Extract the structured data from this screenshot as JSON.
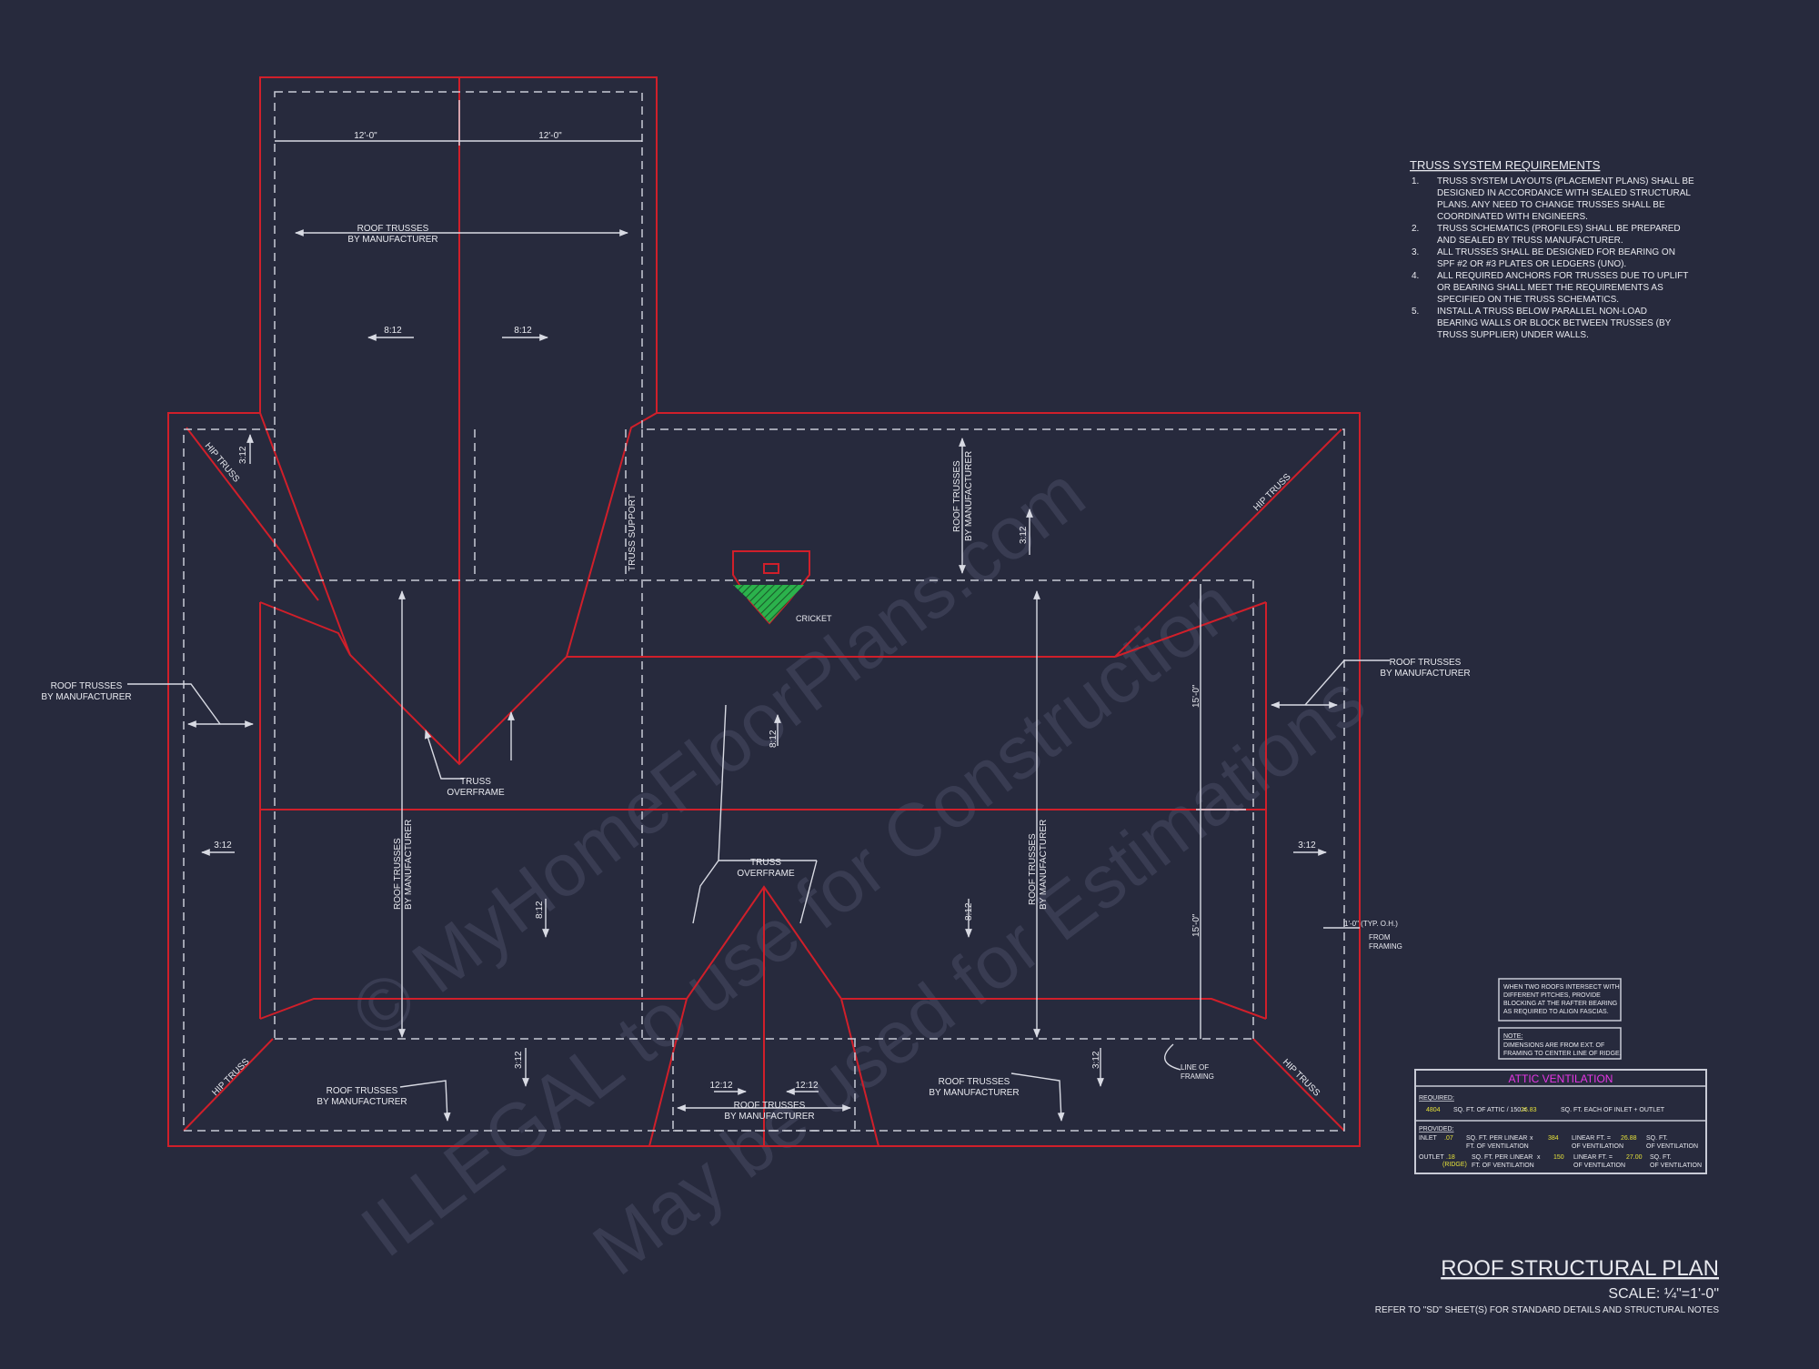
{
  "watermark": {
    "line1": "© MyHomeFloorPlans.com",
    "line2": "ILLEGAL to use for Construction",
    "line3": "May be used for Estimations"
  },
  "colors": {
    "background": "#272a3d",
    "roof_line": "#d01f2a",
    "dim_line": "#c9cbd6",
    "text": "#e8e9ef",
    "vent_title": "#e536e5",
    "vent_value": "#e6e23a",
    "cricket": "#2bb24c"
  },
  "labels": {
    "dim_12_left": "12'-0\"",
    "dim_12_right": "12'-0\"",
    "roof_trusses_top_1": "ROOF TRUSSES",
    "roof_trusses_top_2": "BY MANUFACTURER",
    "pitch_8_left": "8:12",
    "pitch_8_right": "8:12",
    "hip_truss_tl": "HIP TRUSS",
    "hip_truss_tr": "HIP TRUSS",
    "hip_truss_bl": "HIP TRUSS",
    "hip_truss_br": "HIP TRUSS",
    "pitch_3_tl": "3:12",
    "truss_support": "TRUSS SUPPORT",
    "roof_trusses_center_v1": "ROOF TRUSSES",
    "roof_trusses_center_v2": "BY MANUFACTURER",
    "pitch_3_center": "3:12",
    "cricket": "CRICKET",
    "left_rt_1": "ROOF TRUSSES",
    "left_rt_2": "BY MANUFACTURER",
    "right_rt_1": "ROOF TRUSSES",
    "right_rt_2": "BY MANUFACTURER",
    "dim_15_upper": "15'-0\"",
    "dim_15_lower": "15'-0\"",
    "pitch_8_center": "8:12",
    "truss_overframe_l1": "TRUSS",
    "truss_overframe_l2": "OVERFRAME",
    "truss_overframe_c1": "TRUSS",
    "truss_overframe_c2": "OVERFRAME",
    "pitch_3_left": "3:12",
    "pitch_3_right": "3:12",
    "rt_left_v1": "ROOF TRUSSES",
    "rt_left_v2": "BY MANUFACTURER",
    "rt_right_v1": "ROOF TRUSSES",
    "rt_right_v2": "BY MANUFACTURER",
    "pitch_8_bl": "8:12",
    "pitch_8_br": "8:12",
    "typ_oh_1": "1'-0\" (TYP. O.H.)",
    "typ_oh_2": "FROM",
    "typ_oh_3": "FRAMING",
    "pitch_3_bl": "3:12",
    "pitch_3_br": "3:12",
    "bottom_rt_left_1": "ROOF TRUSSES",
    "bottom_rt_left_2": "BY MANUFACTURER",
    "bottom_rt_right_1": "ROOF TRUSSES",
    "bottom_rt_right_2": "BY MANUFACTURER",
    "pitch_12_left": "12:12",
    "pitch_12_right": "12:12",
    "bottom_rt_center_1": "ROOF TRUSSES",
    "bottom_rt_center_2": "BY MANUFACTURER",
    "line_of_framing_1": "LINE OF",
    "line_of_framing_2": "FRAMING"
  },
  "requirements": {
    "title": "TRUSS SYSTEM REQUIREMENTS",
    "items": [
      {
        "num": "1.",
        "lines": [
          "TRUSS SYSTEM LAYOUTS (PLACEMENT PLANS) SHALL BE",
          "DESIGNED IN ACCORDANCE WITH SEALED STRUCTURAL",
          "PLANS. ANY NEED TO CHANGE TRUSSES SHALL BE",
          "COORDINATED WITH ENGINEERS."
        ]
      },
      {
        "num": "2.",
        "lines": [
          "TRUSS SCHEMATICS (PROFILES) SHALL BE PREPARED",
          "AND SEALED BY TRUSS MANUFACTURER."
        ]
      },
      {
        "num": "3.",
        "lines": [
          "ALL TRUSSES SHALL BE DESIGNED FOR BEARING ON",
          "SPF #2 OR #3 PLATES OR LEDGERS (UNO)."
        ]
      },
      {
        "num": "4.",
        "lines": [
          "ALL REQUIRED ANCHORS FOR TRUSSES DUE TO UPLIFT",
          "OR BEARING SHALL MEET THE REQUIREMENTS AS",
          "SPECIFIED ON THE TRUSS SCHEMATICS."
        ]
      },
      {
        "num": "5.",
        "lines": [
          "INSTALL A TRUSS BELOW PARALLEL NON-LOAD",
          "BEARING WALLS OR BLOCK BETWEEN TRUSSES (BY",
          "TRUSS SUPPLIER) UNDER WALLS."
        ]
      }
    ]
  },
  "notes": {
    "note1": [
      "WHEN TWO ROOFS INTERSECT WITH",
      "DIFFERENT PITCHES, PROVIDE",
      "BLOCKING AT THE RAFTER BEARING",
      "AS REQUIRED TO ALIGN FASCIAS."
    ],
    "note2_title": "NOTE:",
    "note2": [
      "DIMENSIONS ARE FROM EXT. OF",
      "FRAMING TO CENTER LINE OF RIDGE."
    ]
  },
  "attic": {
    "title": "ATTIC VENTILATION",
    "required_label": "REQUIRED:",
    "req_area": "4804",
    "req_text1": "SQ. FT. OF ATTIC / 150 =",
    "req_result": "26.83",
    "req_text2": "SQ. FT. EACH OF INLET + OUTLET",
    "provided_label": "PROVIDED:",
    "inlet_label": "INLET",
    "inlet_val": ".07",
    "inlet_t1": "SQ. FT. PER LINEAR",
    "inlet_t2": "FT. OF VENTILATION",
    "inlet_x": "x",
    "inlet_len": "384",
    "inlet_t3": "LINEAR FT. =",
    "inlet_t4": "OF VENTILATION",
    "inlet_res": "26.88",
    "inlet_t5": "SQ. FT.",
    "inlet_t6": "OF VENTILATION",
    "outlet_label": "OUTLET",
    "outlet_sub": "(RIDGE)",
    "outlet_val": ".18",
    "outlet_t1": "SQ. FT. PER LINEAR",
    "outlet_t2": "FT. OF VENTILATION",
    "outlet_x": "x",
    "outlet_len": "150",
    "outlet_t3": "LINEAR FT. =",
    "outlet_t4": "OF VENTILATION",
    "outlet_res": "27.00",
    "outlet_t5": "SQ. FT.",
    "outlet_t6": "OF VENTILATION"
  },
  "title_block": {
    "title": "ROOF STRUCTURAL PLAN",
    "scale": "SCALE: ¼\"=1'-0\"",
    "refer": "REFER TO \"SD\" SHEET(S) FOR STANDARD DETAILS AND STRUCTURAL NOTES"
  }
}
